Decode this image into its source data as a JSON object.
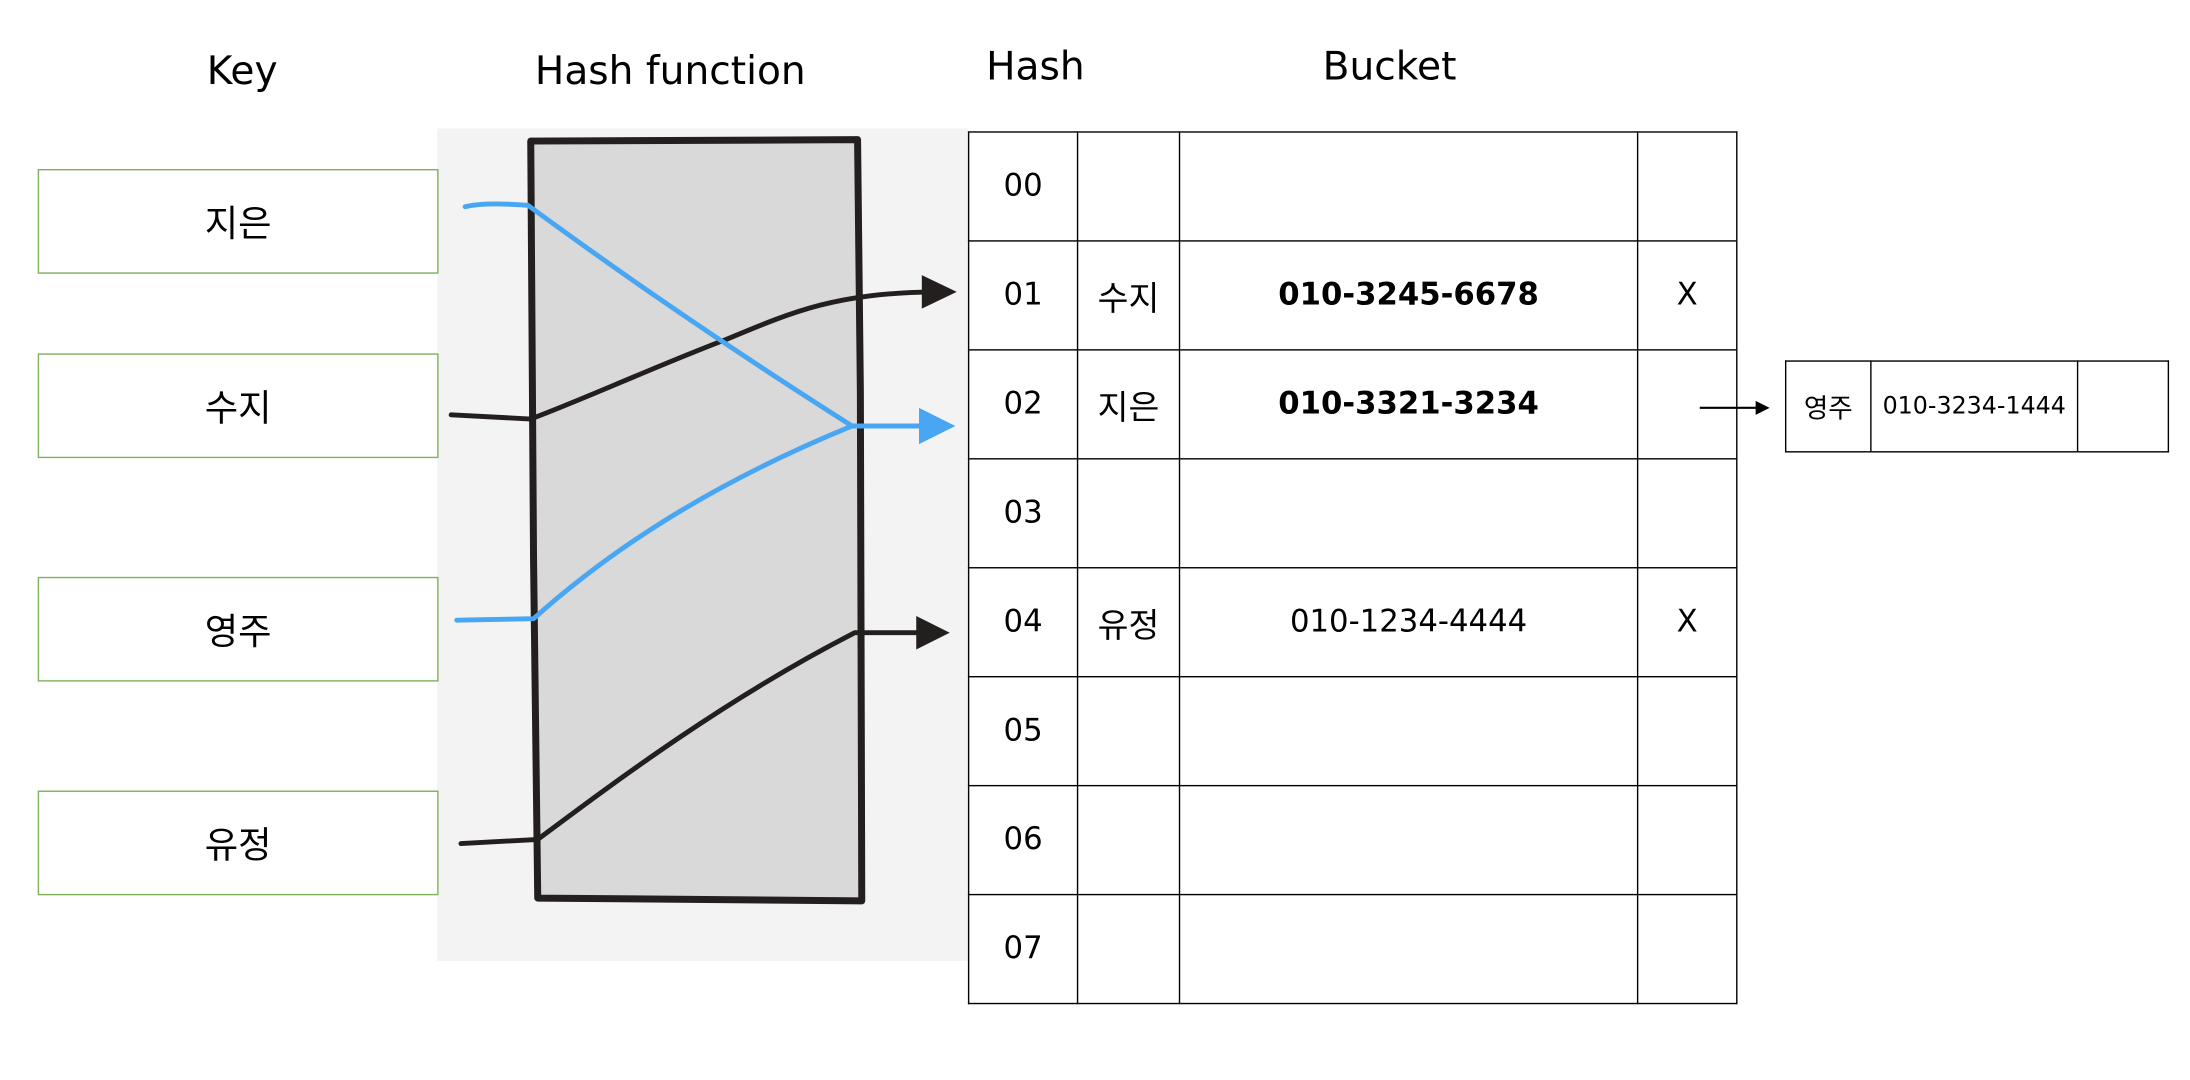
{
  "headers": {
    "key": "Key",
    "hash_function": "Hash function",
    "hash": "Hash",
    "bucket": "Bucket"
  },
  "keys": [
    "지은",
    "수지",
    "영주",
    "유정"
  ],
  "buckets": [
    {
      "hash": "00",
      "key": "",
      "value": "",
      "next": "",
      "bold": false
    },
    {
      "hash": "01",
      "key": "수지",
      "value": "010-3245-6678",
      "next": "X",
      "bold": true
    },
    {
      "hash": "02",
      "key": "지은",
      "value": "010-3321-3234",
      "next": "",
      "bold": true
    },
    {
      "hash": "03",
      "key": "",
      "value": "",
      "next": "",
      "bold": false
    },
    {
      "hash": "04",
      "key": "유정",
      "value": "010-1234-4444",
      "next": "X",
      "bold": false
    },
    {
      "hash": "05",
      "key": "",
      "value": "",
      "next": "",
      "bold": false
    },
    {
      "hash": "06",
      "key": "",
      "value": "",
      "next": "",
      "bold": false
    },
    {
      "hash": "07",
      "key": "",
      "value": "",
      "next": "",
      "bold": false
    }
  ],
  "chain": {
    "key": "영주",
    "value": "010-3234-1444",
    "next": ""
  },
  "colors": {
    "collision_arrow": "#48a6f2",
    "normal_arrow": "#231f1e",
    "hash_box_fill": "#d9d9d9",
    "key_box_border": "#7fb05a"
  }
}
